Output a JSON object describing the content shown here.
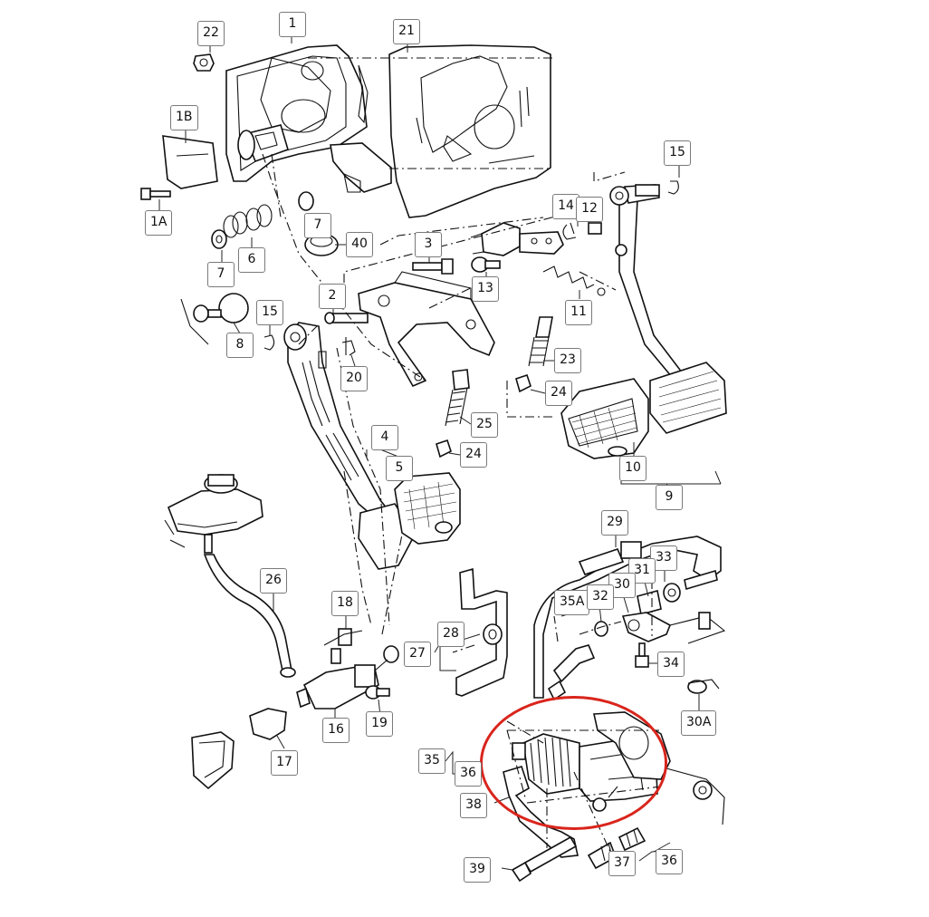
{
  "diagram": {
    "highlight_color": "#d9251c",
    "callouts": [
      {
        "id": "c1",
        "text": "1"
      },
      {
        "id": "c22",
        "text": "22"
      },
      {
        "id": "c21",
        "text": "21"
      },
      {
        "id": "c1b",
        "text": "1B"
      },
      {
        "id": "c1a",
        "text": "1A"
      },
      {
        "id": "c15a",
        "text": "15"
      },
      {
        "id": "c14",
        "text": "14"
      },
      {
        "id": "c12",
        "text": "12"
      },
      {
        "id": "c7a",
        "text": "7"
      },
      {
        "id": "c40",
        "text": "40"
      },
      {
        "id": "c3",
        "text": "3"
      },
      {
        "id": "c13",
        "text": "13"
      },
      {
        "id": "c7b",
        "text": "7"
      },
      {
        "id": "c6",
        "text": "6"
      },
      {
        "id": "c2",
        "text": "2"
      },
      {
        "id": "c11",
        "text": "11"
      },
      {
        "id": "c15b",
        "text": "15"
      },
      {
        "id": "c8",
        "text": "8"
      },
      {
        "id": "c23",
        "text": "23"
      },
      {
        "id": "c20",
        "text": "20"
      },
      {
        "id": "c24a",
        "text": "24"
      },
      {
        "id": "c25",
        "text": "25"
      },
      {
        "id": "c4",
        "text": "4"
      },
      {
        "id": "c24b",
        "text": "24"
      },
      {
        "id": "c5",
        "text": "5"
      },
      {
        "id": "c10",
        "text": "10"
      },
      {
        "id": "c9",
        "text": "9"
      },
      {
        "id": "c29",
        "text": "29"
      },
      {
        "id": "c26",
        "text": "26"
      },
      {
        "id": "c33",
        "text": "33"
      },
      {
        "id": "c31",
        "text": "31"
      },
      {
        "id": "c30",
        "text": "30"
      },
      {
        "id": "c35a",
        "text": "35A"
      },
      {
        "id": "c32",
        "text": "32"
      },
      {
        "id": "c18",
        "text": "18"
      },
      {
        "id": "c28",
        "text": "28"
      },
      {
        "id": "c27",
        "text": "27"
      },
      {
        "id": "c34",
        "text": "34"
      },
      {
        "id": "c30a",
        "text": "30A"
      },
      {
        "id": "c16",
        "text": "16"
      },
      {
        "id": "c19",
        "text": "19"
      },
      {
        "id": "c17",
        "text": "17"
      },
      {
        "id": "c35",
        "text": "35"
      },
      {
        "id": "c36a",
        "text": "36"
      },
      {
        "id": "c38",
        "text": "38"
      },
      {
        "id": "c39",
        "text": "39"
      },
      {
        "id": "c37",
        "text": "37"
      },
      {
        "id": "c36b",
        "text": "36"
      }
    ]
  }
}
